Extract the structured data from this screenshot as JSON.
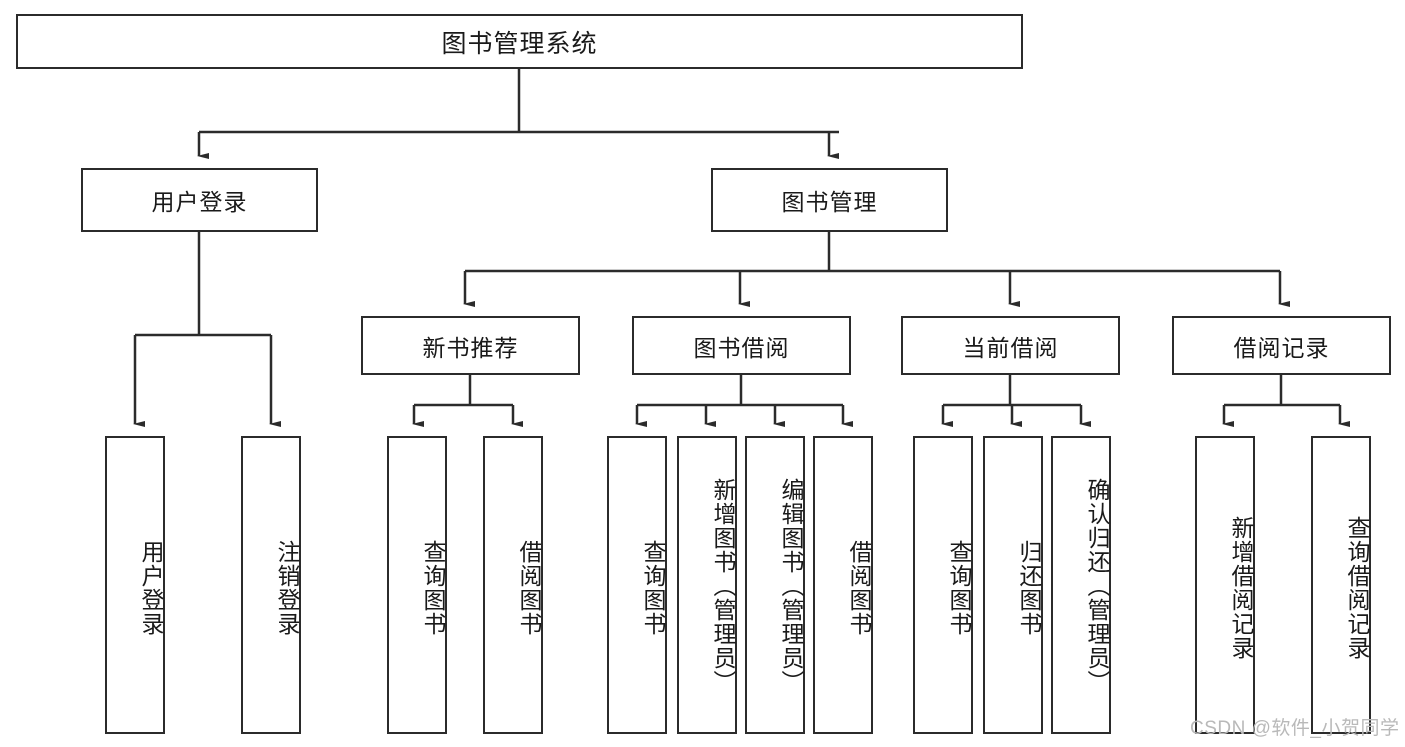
{
  "diagram": {
    "title": "图书管理系统",
    "type": "hierarchy-tree",
    "root": {
      "label": "图书管理系统"
    },
    "level2": [
      {
        "label": "用户登录"
      },
      {
        "label": "图书管理"
      }
    ],
    "level3": [
      {
        "label": "新书推荐"
      },
      {
        "label": "图书借阅"
      },
      {
        "label": "当前借阅"
      },
      {
        "label": "借阅记录"
      }
    ],
    "leaves": [
      {
        "label": "用户登录",
        "parent": "用户登录"
      },
      {
        "label": "注销登录",
        "parent": "用户登录"
      },
      {
        "label": "查询图书",
        "parent": "新书推荐"
      },
      {
        "label": "借阅图书",
        "parent": "新书推荐"
      },
      {
        "label": "查询图书",
        "parent": "图书借阅"
      },
      {
        "label": "新增图书（管理员）",
        "parent": "图书借阅"
      },
      {
        "label": "编辑图书（管理员）",
        "parent": "图书借阅"
      },
      {
        "label": "借阅图书",
        "parent": "图书借阅"
      },
      {
        "label": "查询图书",
        "parent": "当前借阅"
      },
      {
        "label": "归还图书",
        "parent": "当前借阅"
      },
      {
        "label": "确认归还（管理员）",
        "parent": "当前借阅"
      },
      {
        "label": "新增借阅记录",
        "parent": "借阅记录"
      },
      {
        "label": "查询借阅记录",
        "parent": "借阅记录"
      }
    ]
  },
  "watermark": {
    "text": "CSDN @软件_小贺同学"
  },
  "colors": {
    "stroke": "#2b2b2b",
    "fill": "#ffffff",
    "text": "#1a1a1a",
    "watermark": "#b9b9b9"
  }
}
